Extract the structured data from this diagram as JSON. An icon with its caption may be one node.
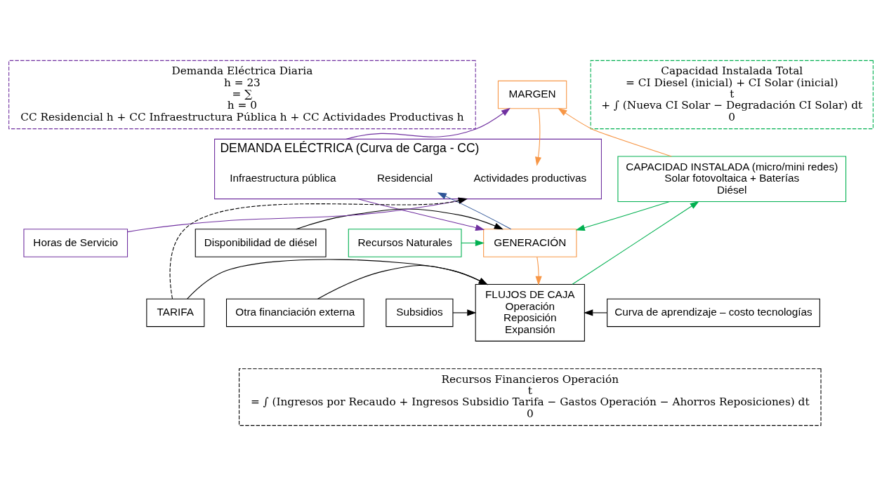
{
  "diagram": {
    "nodes": [
      {
        "text": [
          "Demanda Eléctrica Diaria",
          "h = 23",
          "= ∑",
          "h = 0",
          "CC Residencial h + CC Infraestructura Pública h + CC Actividades Productivas h"
        ]
      },
      {
        "text": [
          "MARGEN"
        ]
      },
      {
        "text": [
          "Capacidad Instalada Total",
          "= CI Diesel (inicial) + CI Solar (inicial)",
          "t",
          "+ ∫ (Nueva CI Solar − Degradación CI Solar) dt",
          "0"
        ]
      },
      {
        "text": [
          "DEMANDA ELÉCTRICA (Curva de Carga - CC)"
        ]
      },
      {
        "text": [
          "Actividades productivas"
        ],
        "in": 3
      },
      {
        "text": [
          "Residencial"
        ],
        "in": 3
      },
      {
        "text": [
          "Infraestructura pública"
        ],
        "in": 3
      },
      {
        "text": [
          "CAPACIDAD INSTALADA (micro/mini redes)",
          "Solar fotovoltaica + Baterías",
          "Diésel"
        ]
      },
      {
        "text": [
          "GENERACIÓN"
        ]
      },
      {
        "text": [
          "Recursos Naturales"
        ]
      },
      {
        "text": [
          "Disponibilidad de diésel"
        ]
      },
      {
        "text": [
          "Horas de Servicio"
        ]
      },
      {
        "text": [
          "TARIFA"
        ]
      },
      {
        "text": [
          "Subsidios"
        ]
      },
      {
        "text": [
          "FLUJOS DE CAJA",
          "Operación",
          "Reposición",
          "Expansión"
        ]
      },
      {
        "text": [
          "Otra financiación externa"
        ]
      },
      {
        "text": [
          "Curva de aprendizaje – costo tecnologías"
        ]
      },
      {
        "text": [
          "Recursos Financieros Operación",
          "t",
          "= ∫ (Ingresos por Recaudo + Ingresos Subsidio Tarifa − Gastos Operación − Ahorros Reposiciones) dt",
          "0"
        ]
      }
    ],
    "edges": [
      {
        "from": 3,
        "to": 1,
        "arrow": "to",
        "color": "#7030a0"
      },
      {
        "from": 1,
        "to": 4,
        "arrow": "to",
        "color": "#f79646"
      },
      {
        "from": 7,
        "to": 1,
        "arrow": "to",
        "color": "#f79646"
      },
      {
        "from": 3,
        "to": 8,
        "arrow": "to",
        "color": "#7030a0"
      },
      {
        "from": 8,
        "to": 5,
        "arrow": "to",
        "color": "#2f5597"
      },
      {
        "from": 7,
        "to": 8,
        "arrow": "to",
        "color": "#00b050"
      },
      {
        "from": 9,
        "to": 8,
        "arrow": "to",
        "color": "#00b050"
      },
      {
        "from": 10,
        "to": 8,
        "arrow": "to"
      },
      {
        "from": 11,
        "to": 3,
        "arrow": "to",
        "color": "#7030a0"
      },
      {
        "from": 12,
        "to": 3,
        "arrow": "to",
        "style": "dashed"
      },
      {
        "from": 8,
        "to": 14,
        "arrow": "to",
        "color": "#f79646"
      },
      {
        "from": 12,
        "to": 14,
        "arrow": "to"
      },
      {
        "from": 13,
        "to": 14,
        "arrow": "to"
      },
      {
        "from": 15,
        "to": 14,
        "arrow": "to"
      },
      {
        "from": 16,
        "to": 14,
        "arrow": "to"
      },
      {
        "from": 14,
        "to": 7,
        "arrow": "to",
        "color": "#00b050"
      }
    ]
  }
}
